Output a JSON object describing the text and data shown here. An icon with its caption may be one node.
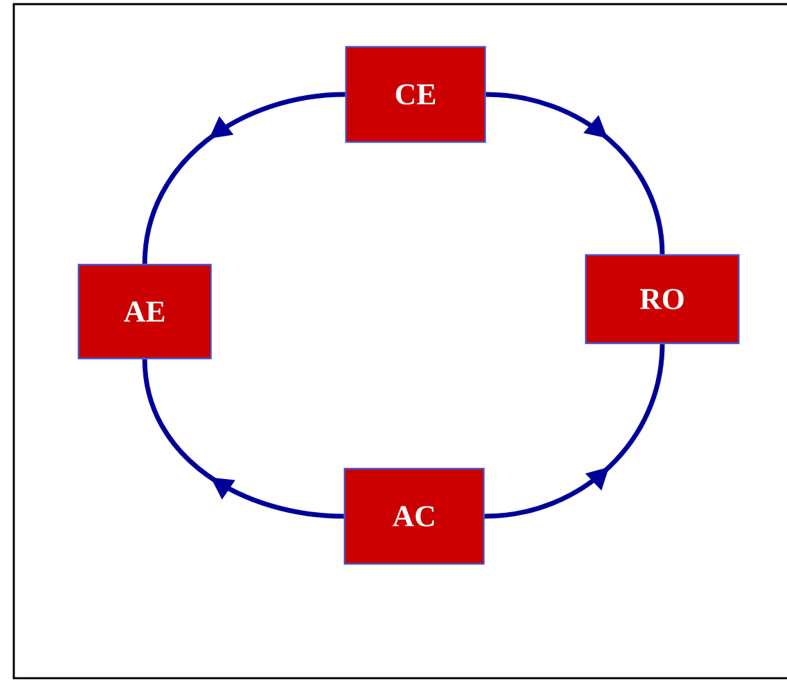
{
  "diagram": {
    "nodes": [
      {
        "text": [
          "CE"
        ]
      },
      {
        "text": [
          "AE"
        ]
      },
      {
        "text": [
          "RO"
        ]
      },
      {
        "text": [
          "AC"
        ]
      }
    ],
    "edges": [
      {
        "from": 0,
        "to": 1,
        "arrow": "to"
      },
      {
        "from": 0,
        "to": 2,
        "arrow": "to"
      },
      {
        "from": 3,
        "to": 2,
        "arrow": "to"
      },
      {
        "from": 3,
        "to": 1,
        "arrow": "to"
      }
    ]
  }
}
